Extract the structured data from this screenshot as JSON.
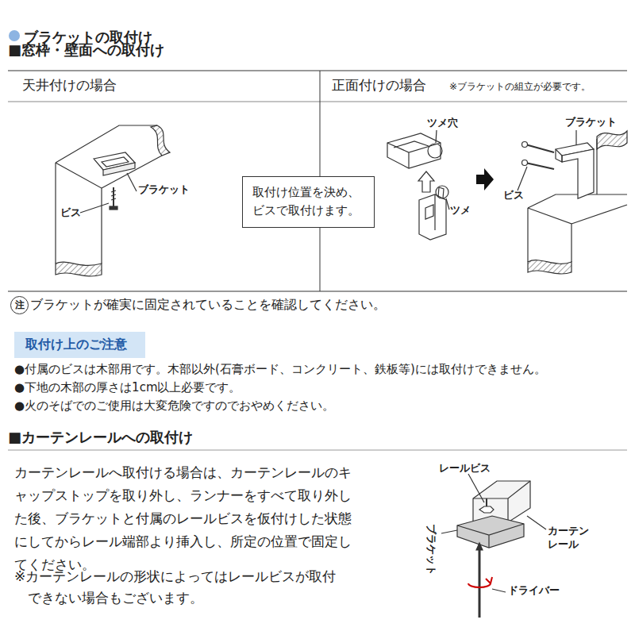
{
  "diagram": {
    "title": "ブラケットの取付け",
    "nodes": [
      {
        "text": [
          "取付け位置を決め、ビスで取付けます。"
        ]
      },
      {
        "text": [
          "注"
        ]
      },
      {
        "text": [
          "取付け上のご注意"
        ]
      }
    ],
    "labels": [
      "■窓枠・壁面への取付け",
      "天井付けの場合",
      "正面付けの場合",
      "※ブラケットの組立が必要です。",
      "ブラケット",
      "ビス",
      "ツメ穴",
      "ツメ",
      "ブラケット",
      "ビス",
      "ブラケットが確実に固定されていることを確認してください。",
      "●付属のビスは木部用です。木部以外(石膏ボード、コンクリート、鉄板等)には取付けできません。",
      "●下地の木部の厚さは1cm以上必要です。",
      "●火のそばでのご使用は大変危険ですのでおやめください。",
      "■カーテンレールへの取付け",
      "カーテンレールへ取付ける場合は、カーテンレールのキャップストップを取り外し、ランナーをすべて取り外した後、ブラケットと付属のレールビスを仮付けした状態にしてからレール端部より挿入し、所定の位置で固定してください。",
      "※カーテンレールの形状によってはレールビスが取付できない場合もございます。",
      "レールビス",
      "ブラケット",
      "カーテン レール",
      "ドライバー"
    ]
  }
}
